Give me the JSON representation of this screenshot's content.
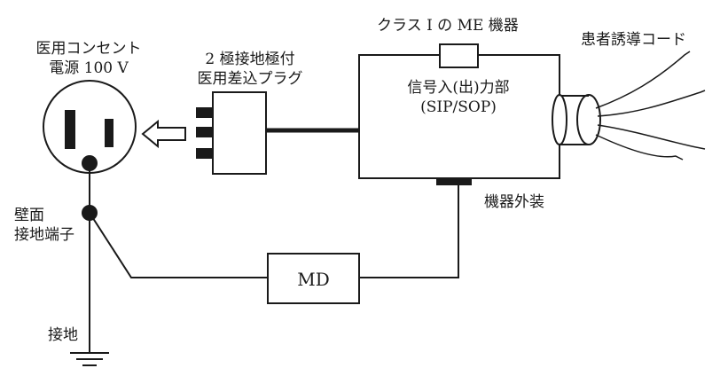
{
  "outlet": {
    "line1": "医用コンセント",
    "line2": "電源 100 V"
  },
  "plug": {
    "line1": "2 極接地極付",
    "line2": "医用差込プラグ"
  },
  "device": {
    "title": "クラス I の ME 機器",
    "part_line1": "信号入(出)力部",
    "part_line2": "(SIP/SOP)",
    "enclosure": "機器外装"
  },
  "cord_label": "患者誘導コード",
  "wall_ground": {
    "line1": "壁面",
    "line2": "接地端子"
  },
  "md_label": "MD",
  "earth_label": "接地"
}
